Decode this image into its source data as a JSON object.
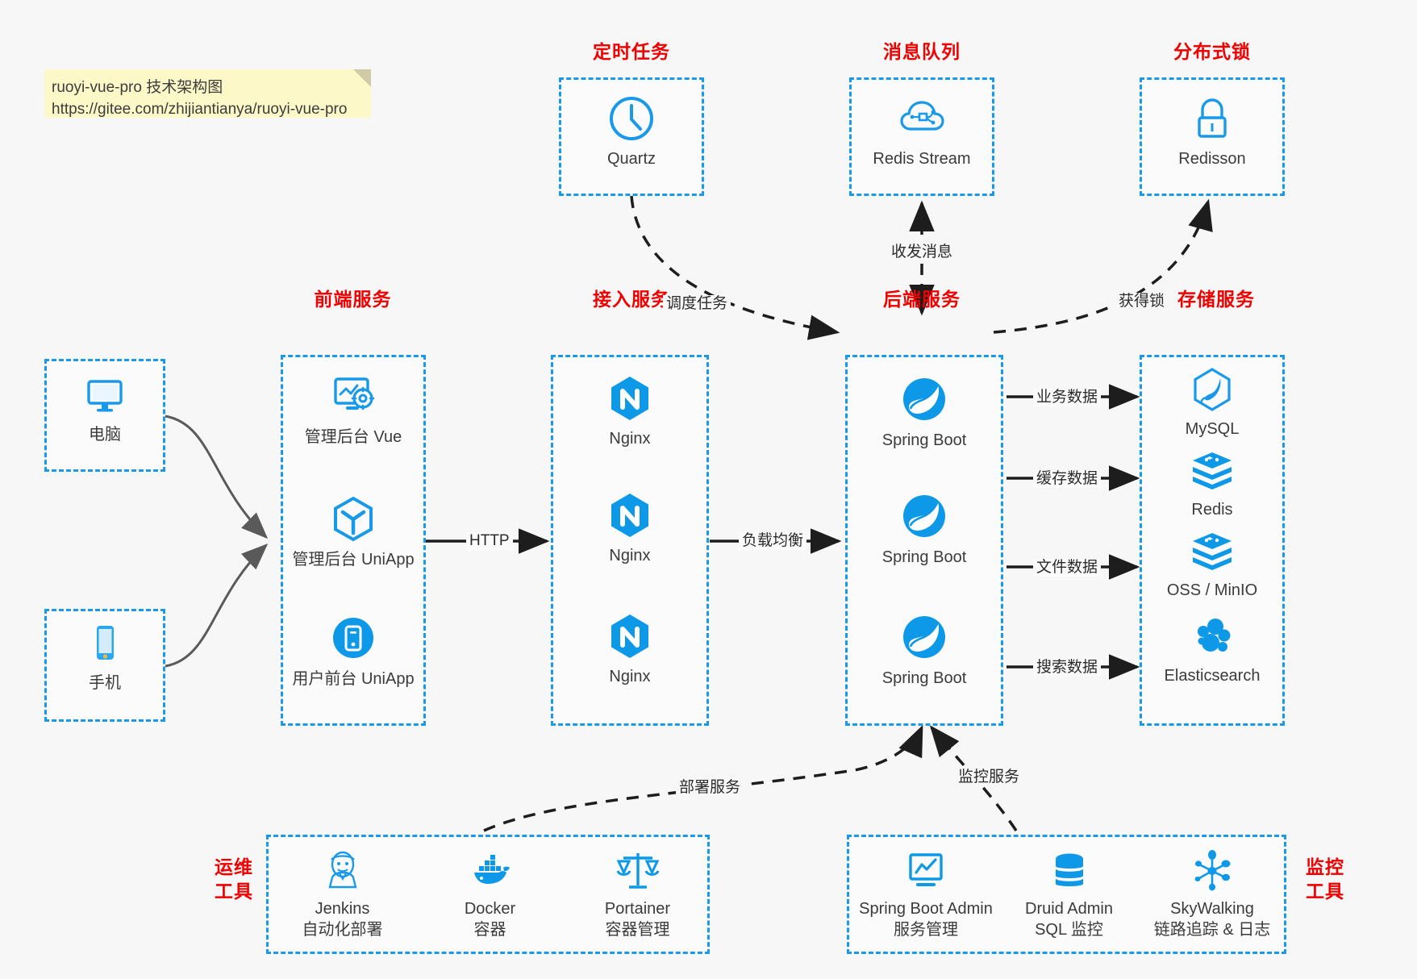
{
  "note": {
    "line1": "ruoyi-vue-pro 技术架构图",
    "line2": "https://gitee.com/zhijiantianya/ruoyi-vue-pro"
  },
  "colors": {
    "accent_blue": "#1899ea",
    "title_red": "#f10000",
    "text_dark": "#3b3b3b",
    "wire_gray": "#5a5a5a",
    "note_yellow": "#fcf8c8",
    "background": "#f7f7f7"
  },
  "groups": {
    "schedule": {
      "title": "定时任务",
      "nodes": [
        {
          "label": "Quartz",
          "icon": "clock-icon"
        }
      ]
    },
    "mq": {
      "title": "消息队列",
      "nodes": [
        {
          "label": "Redis Stream",
          "icon": "cloud-network-icon"
        }
      ]
    },
    "lock": {
      "title": "分布式锁",
      "nodes": [
        {
          "label": "Redisson",
          "icon": "lock-icon"
        }
      ]
    },
    "clients": {
      "nodes": [
        {
          "label": "电脑",
          "icon": "desktop-monitor-icon"
        },
        {
          "label": "手机",
          "icon": "mobile-phone-icon"
        }
      ]
    },
    "frontend": {
      "title": "前端服务",
      "nodes": [
        {
          "label": "管理后台 Vue",
          "icon": "dashboard-gear-icon"
        },
        {
          "label": "管理后台 UniApp",
          "icon": "uniapp-hexagon-icon"
        },
        {
          "label": "用户前台 UniApp",
          "icon": "mobile-app-circle-icon"
        }
      ]
    },
    "gateway": {
      "title": "接入服务",
      "nodes": [
        {
          "label": "Nginx",
          "icon": "nginx-icon"
        },
        {
          "label": "Nginx",
          "icon": "nginx-icon"
        },
        {
          "label": "Nginx",
          "icon": "nginx-icon"
        }
      ]
    },
    "backend": {
      "title": "后端服务",
      "nodes": [
        {
          "label": "Spring Boot",
          "icon": "spring-boot-icon"
        },
        {
          "label": "Spring Boot",
          "icon": "spring-boot-icon"
        },
        {
          "label": "Spring Boot",
          "icon": "spring-boot-icon"
        }
      ]
    },
    "storage": {
      "title": "存储服务",
      "nodes": [
        {
          "label": "MySQL",
          "icon": "mysql-dolphin-icon"
        },
        {
          "label": "Redis",
          "icon": "redis-stack-icon"
        },
        {
          "label": "OSS / MinIO",
          "icon": "object-storage-stack-icon"
        },
        {
          "label": "Elasticsearch",
          "icon": "elasticsearch-icon"
        }
      ]
    },
    "devops": {
      "title": "运维\n工具",
      "title_line1": "运维",
      "title_line2": "工具",
      "nodes": [
        {
          "label": "Jenkins",
          "sublabel": "自动化部署",
          "icon": "jenkins-butler-icon"
        },
        {
          "label": "Docker",
          "sublabel": "容器",
          "icon": "docker-whale-icon"
        },
        {
          "label": "Portainer",
          "sublabel": "容器管理",
          "icon": "portainer-scales-icon"
        }
      ]
    },
    "monitoring": {
      "title_line1": "监控",
      "title_line2": "工具",
      "nodes": [
        {
          "label": "Spring Boot Admin",
          "sublabel": "服务管理",
          "icon": "monitor-chart-icon"
        },
        {
          "label": "Druid Admin",
          "sublabel": "SQL 监控",
          "icon": "database-cylinder-icon"
        },
        {
          "label": "SkyWalking",
          "sublabel": "链路追踪 & 日志",
          "icon": "skywalking-network-icon"
        }
      ]
    }
  },
  "edges": {
    "http": "HTTP",
    "load_balance": "负载均衡",
    "schedule_task": "调度任务",
    "send_receive_message": "收发消息",
    "acquire_lock": "获得锁",
    "business_data": "业务数据",
    "cache_data": "缓存数据",
    "file_data": "文件数据",
    "search_data": "搜索数据",
    "deploy_service": "部署服务",
    "monitor_service": "监控服务"
  }
}
